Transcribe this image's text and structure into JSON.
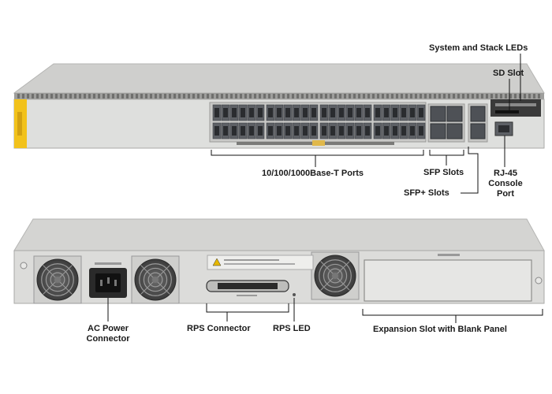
{
  "labels": {
    "system_stack_leds": "System and Stack LEDs",
    "sd_slot": "SD Slot",
    "copper_ports": "10/100/1000Base-T Ports",
    "sfp_slots": "SFP Slots",
    "sfp_plus_slots": "SFP+ Slots",
    "rj45_line1": "RJ-45",
    "rj45_line2": "Console",
    "rj45_line3": "Port",
    "ac_power_line1": "AC Power",
    "ac_power_line2": "Connector",
    "rps_connector": "RPS Connector",
    "rps_led": "RPS LED",
    "expansion_slot": "Expansion Slot with Blank Panel"
  },
  "colors": {
    "chassis": "#d9d9d7",
    "chassis_top": "#cfcfcd",
    "brand_strip": "#f2c21b",
    "port": "#5e6166",
    "leader": "#111111"
  }
}
